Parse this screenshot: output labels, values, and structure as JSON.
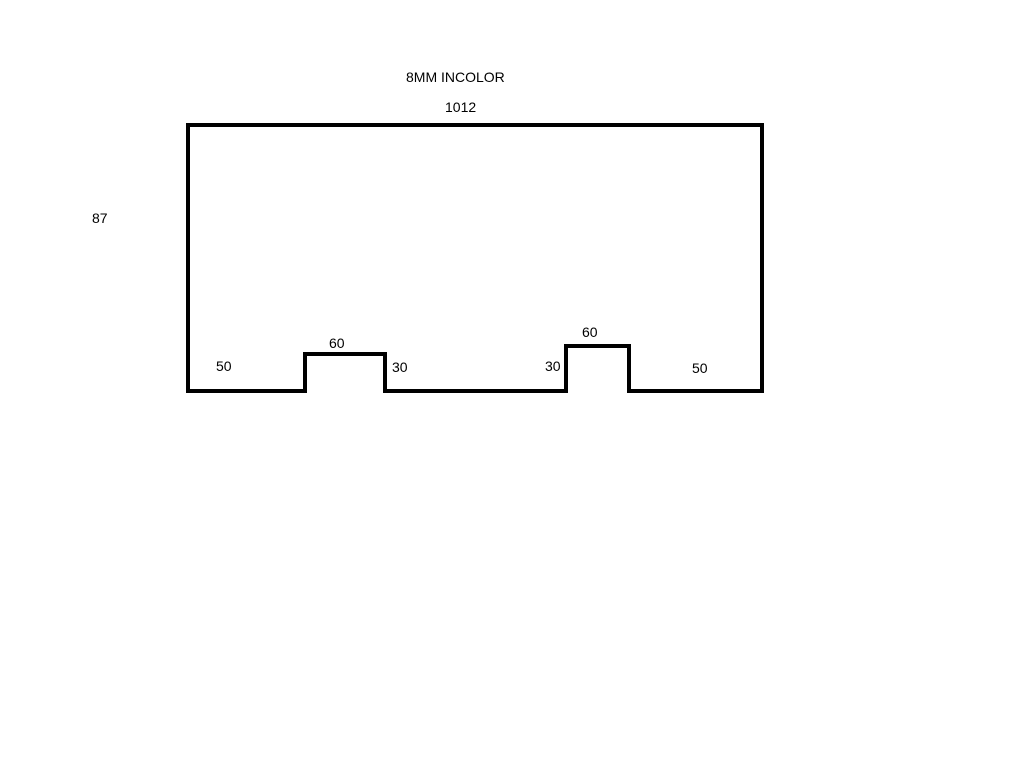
{
  "drawing": {
    "material": "8MM INCOLOR",
    "width": "1012",
    "height": "87",
    "left_segment": "50",
    "left_notch_width": "60",
    "left_gap": "30",
    "right_gap": "30",
    "right_notch_width": "60",
    "right_segment": "50"
  },
  "colors": {
    "line": "#000000",
    "background": "#ffffff"
  }
}
